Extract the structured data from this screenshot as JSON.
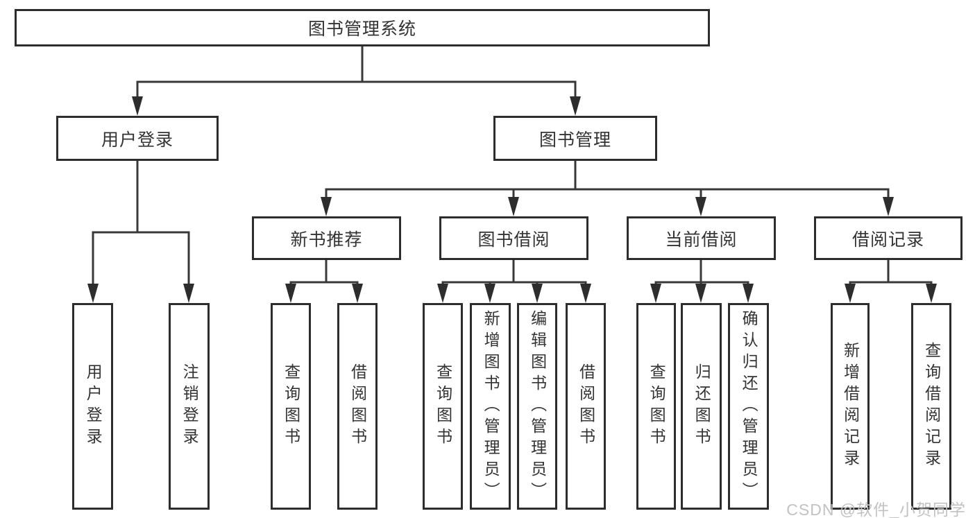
{
  "diagram": {
    "type": "tree-structure-chart",
    "root": {
      "label": "图书管理系统",
      "children": [
        {
          "label": "用户登录",
          "children": [
            {
              "label": "用户登录"
            },
            {
              "label": "注销登录"
            }
          ]
        },
        {
          "label": "图书管理",
          "children": [
            {
              "label": "新书推荐",
              "children": [
                {
                  "label": "查询图书"
                },
                {
                  "label": "借阅图书"
                }
              ]
            },
            {
              "label": "图书借阅",
              "children": [
                {
                  "label": "查询图书"
                },
                {
                  "label": "新增图书（管理员）"
                },
                {
                  "label": "编辑图书（管理员）"
                },
                {
                  "label": "借阅图书"
                }
              ]
            },
            {
              "label": "当前借阅",
              "children": [
                {
                  "label": "查询图书"
                },
                {
                  "label": "归还图书"
                },
                {
                  "label": "确认归还（管理员）"
                }
              ]
            },
            {
              "label": "借阅记录",
              "children": [
                {
                  "label": "新增借阅记录"
                },
                {
                  "label": "查询借阅记录"
                }
              ]
            }
          ]
        }
      ]
    },
    "watermark": "CSDN @软件_小贺同学",
    "colors": {
      "line": "#383838",
      "box_border": "#2d2d2d",
      "text": "#333333",
      "watermark": "#c2c2c2",
      "background": "#ffffff"
    }
  }
}
